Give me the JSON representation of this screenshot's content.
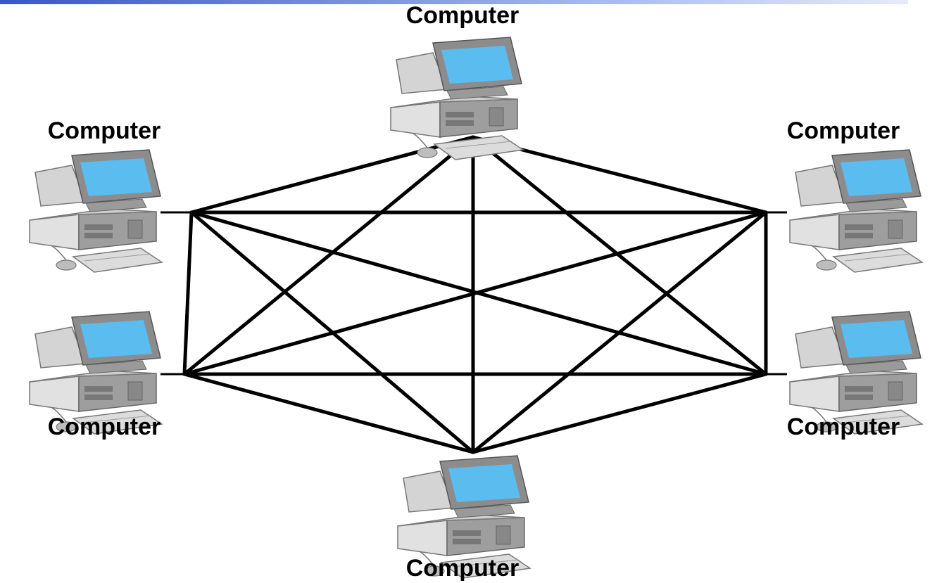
{
  "diagram": {
    "nodes": [
      {
        "id": "top",
        "label": "Computer"
      },
      {
        "id": "upper-left",
        "label": "Computer"
      },
      {
        "id": "upper-right",
        "label": "Computer"
      },
      {
        "id": "lower-left",
        "label": "Computer"
      },
      {
        "id": "lower-right",
        "label": "Computer"
      },
      {
        "id": "bottom",
        "label": "Computer"
      }
    ],
    "edges": [
      [
        "top",
        "upper-left"
      ],
      [
        "top",
        "upper-right"
      ],
      [
        "top",
        "lower-left"
      ],
      [
        "top",
        "lower-right"
      ],
      [
        "top",
        "bottom"
      ],
      [
        "upper-left",
        "upper-right"
      ],
      [
        "upper-left",
        "lower-left"
      ],
      [
        "upper-left",
        "lower-right"
      ],
      [
        "upper-left",
        "bottom"
      ],
      [
        "upper-right",
        "lower-left"
      ],
      [
        "upper-right",
        "lower-right"
      ],
      [
        "upper-right",
        "bottom"
      ],
      [
        "lower-left",
        "lower-right"
      ],
      [
        "lower-left",
        "bottom"
      ],
      [
        "lower-right",
        "bottom"
      ]
    ],
    "colors": {
      "monitor_screen": "#5bbcf0",
      "case": "#c4c4c4",
      "case_dark": "#8a8a8a",
      "link": "#000000",
      "top_bar": "#3a56c8"
    }
  }
}
